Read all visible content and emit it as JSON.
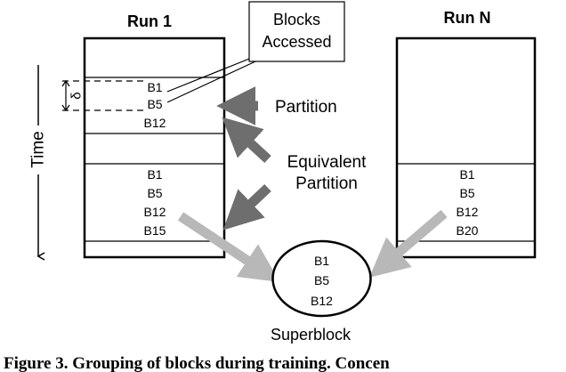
{
  "runs": [
    {
      "title": "Run 1",
      "partition_blocks": [
        "B1",
        "B5",
        "B12"
      ],
      "equivalent_blocks": [
        "B1",
        "B5",
        "B12",
        "B15"
      ]
    },
    {
      "title": "Run N",
      "equivalent_blocks": [
        "B1",
        "B5",
        "B12",
        "B20"
      ]
    }
  ],
  "time_label": "Time",
  "delta_label": "δ",
  "callout": {
    "line1": "Blocks",
    "line2": "Accessed"
  },
  "partition_label": "Partition",
  "equivalent_label": {
    "line1": "Equivalent",
    "line2": "Partition"
  },
  "superblock": {
    "label": "Superblock",
    "blocks": [
      "B1",
      "B5",
      "B12"
    ]
  },
  "caption": "Figure 3. Grouping of blocks during training. Concen",
  "colors": {
    "dark_arrow": "#6e6e6e",
    "light_arrow": "#b8b8b8",
    "ink": "#000000"
  }
}
